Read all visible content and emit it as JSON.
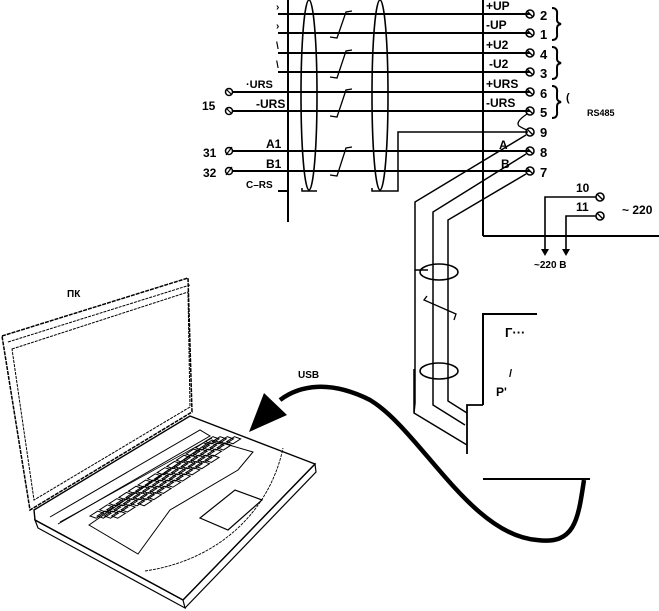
{
  "diagram": {
    "colors": {
      "ink": "#000000",
      "background": "#ffffff"
    },
    "terminal_block": {
      "signals": [
        {
          "signal": "+UP",
          "terminal": "2"
        },
        {
          "signal": "-UP",
          "terminal": "1"
        },
        {
          "signal": "+U2",
          "terminal": "4"
        },
        {
          "signal": "-U2",
          "terminal": "3"
        },
        {
          "signal": "+URS",
          "terminal": "6"
        },
        {
          "signal": "-URS",
          "terminal": "5"
        },
        {
          "signal": "",
          "terminal": "9"
        },
        {
          "signal": "A",
          "terminal": "8"
        },
        {
          "signal": "B",
          "terminal": "7"
        }
      ],
      "power_terminals": [
        {
          "terminal": "10"
        },
        {
          "terminal": "11"
        }
      ],
      "power_label": "~ 220",
      "power_out_label": "~220 В"
    },
    "left_device": {
      "labels": [
        {
          "pin": "15",
          "signal": "-URS"
        },
        {
          "pin": "31",
          "signal": "A1"
        },
        {
          "pin": "32",
          "signal": "B1"
        }
      ]
    },
    "computer": {
      "label": "ПК"
    },
    "cable": {
      "label": "USB"
    }
  }
}
